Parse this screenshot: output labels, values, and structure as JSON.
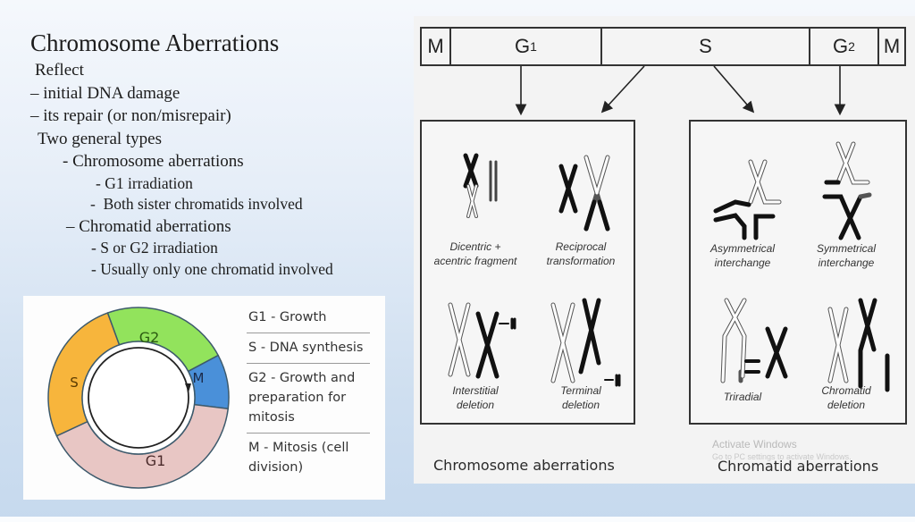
{
  "slide": {
    "title": "Chromosome Aberrations",
    "lines": [
      "Reflect",
      "– initial DNA damage",
      "– its repair (or non/misrepair)",
      "Two general types",
      "- Chromosome aberrations",
      "- G1 irradiation",
      "-  Both sister chromatids involved",
      "– Chromatid aberrations",
      "- S or G2 irradiation",
      "- Usually only one chromatid involved"
    ]
  },
  "cell_cycle": {
    "segments": [
      {
        "label": "G2",
        "color": "#92e35c"
      },
      {
        "label": "M",
        "color": "#4a90d9"
      },
      {
        "label": "G1",
        "color": "#e8c6c4"
      },
      {
        "label": "S",
        "color": "#f7b53c"
      }
    ],
    "legend": [
      "G1 - Growth",
      "S - DNA synthesis",
      "G2 - Growth and preparation for mitosis",
      "M - Mitosis (cell division)"
    ]
  },
  "figure": {
    "phases": [
      {
        "label": "M",
        "sub": ""
      },
      {
        "label": "G",
        "sub": "1"
      },
      {
        "label": "S",
        "sub": ""
      },
      {
        "label": "G",
        "sub": "2"
      },
      {
        "label": "M",
        "sub": ""
      }
    ],
    "chromosome_panel": {
      "items": [
        {
          "caption_1": "Dicentric +",
          "caption_2": "acentric fragment"
        },
        {
          "caption_1": "Reciprocal",
          "caption_2": "transformation"
        },
        {
          "caption_1": "Interstitial",
          "caption_2": "deletion"
        },
        {
          "caption_1": "Terminal",
          "caption_2": "deletion"
        }
      ],
      "label": "Chromosome aberrations"
    },
    "chromatid_panel": {
      "items": [
        {
          "caption_1": "Asymmetrical",
          "caption_2": "interchange"
        },
        {
          "caption_1": "Symmetrical",
          "caption_2": "interchange"
        },
        {
          "caption_1": "Triradial",
          "caption_2": ""
        },
        {
          "caption_1": "Chromatid",
          "caption_2": "deletion"
        }
      ],
      "label": "Chromatid aberrations"
    },
    "watermark": "Activate Windows",
    "watermark_sub": "Go to PC settings to activate Windows."
  }
}
